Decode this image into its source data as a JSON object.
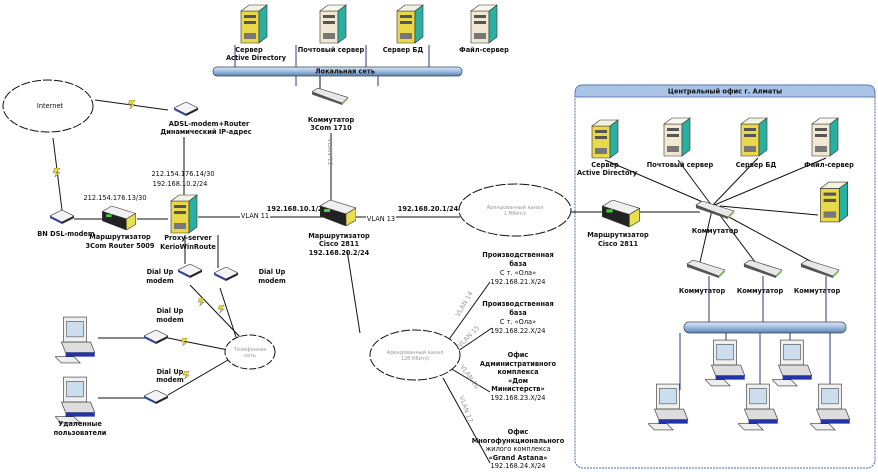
{
  "top": {
    "servers": [
      {
        "line1": "Сервер",
        "line2": "Active Directory"
      },
      {
        "line1": "Почтовый сервер"
      },
      {
        "line1": "Сервер БД"
      },
      {
        "line1": "Файл-сервер"
      }
    ],
    "lan_label": "Локальная сеть",
    "switch": {
      "line1": "Коммутатор",
      "line2": "3Com 1710"
    },
    "vlan12": "VLAN 12"
  },
  "internet": {
    "cloud": "Internet",
    "adsl": {
      "line1": "ADSL-modem+Router",
      "line2": "Динамический IP-адрес"
    },
    "ip_proxy_ext": "212.154.176.14/30",
    "ip_proxy_int": "192.168.10.2/24",
    "ip_router_3com": "212.154.176.13/30",
    "bn_modem": "BN DSL-modem",
    "router_3com": {
      "line1": "Маршрутизатор",
      "line2": "3Com Router 5009"
    },
    "proxy": {
      "line1": "Proxy-server",
      "line2": "KerioWinRoute"
    }
  },
  "core": {
    "vlan11": "VLAN 11",
    "ip_10": "192.168.10.1/24",
    "ip_20": "192.168.20.1/24",
    "vlan13": "VLAN 13",
    "router": {
      "line1": "Маршрутизатор",
      "line2": "Cisco 2811",
      "line3": "192.168.20.2/24"
    },
    "leased_cloud_1": {
      "line1": "Арендованный канал",
      "line2": "1 Мбит/с"
    },
    "leased_cloud_2": {
      "line1": "Арендованный канал",
      "line2": "128 Кбит/с"
    }
  },
  "dialup": {
    "modem_line1": "Dial Up",
    "modem_line2": "modem",
    "phone_cloud": {
      "line1": "Телефонная",
      "line2": "сеть"
    },
    "remote_users": {
      "line1": "Удаленные",
      "line2": "пользователи"
    }
  },
  "offices": [
    {
      "vlan": "VLAN 14",
      "lines": [
        "Производственная",
        "база",
        "С т. «Ола»",
        "192.168.21.X/24"
      ]
    },
    {
      "vlan": "VLAN 15",
      "lines": [
        "Производственная",
        "база",
        "С т. «Ола»",
        "192.168.22.X/24"
      ]
    },
    {
      "vlan": "VLAN 16",
      "lines": [
        "Офис",
        "Административного",
        "комплекса",
        "«Дом",
        "Министерств»",
        "192.168.23.X/24"
      ]
    },
    {
      "vlan": "VLAN 17",
      "lines": [
        "Офис",
        "Многофункционального",
        "жилого комплекса",
        "«Grand Astana»",
        "192.168.24.X/24"
      ]
    }
  ],
  "central": {
    "title": "Центральный офис г. Алматы",
    "servers": [
      {
        "line1": "Сервер",
        "line2": "Active Directory"
      },
      {
        "line1": "Почтовый сервер"
      },
      {
        "line1": "Сервер БД"
      },
      {
        "line1": "Файл-сервер"
      }
    ],
    "router": {
      "line1": "Маршрутизатор",
      "line2": "Cisco 2811"
    },
    "switch_label": "Коммутатор"
  },
  "colors": {
    "server_front": "#e8d84a",
    "server_side": "#2ab0a0",
    "bus": "#a9c4e5",
    "frame": "#4466aa",
    "lightning": "#f0e020"
  }
}
